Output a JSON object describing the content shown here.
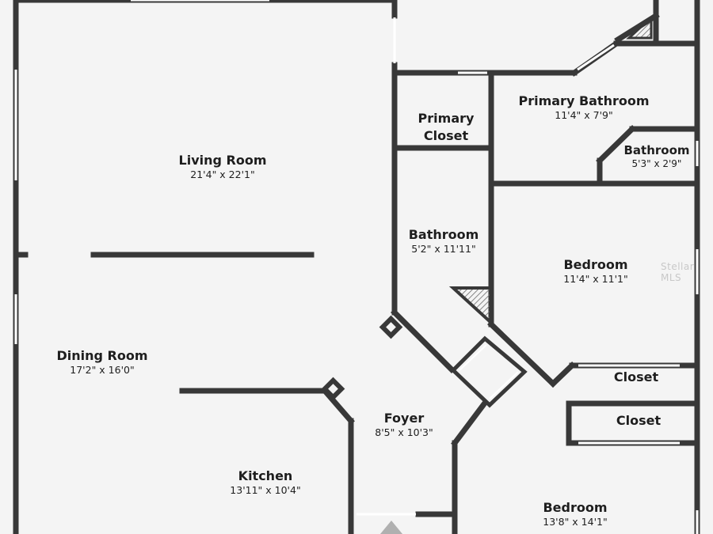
{
  "colors": {
    "wall": "#383838",
    "floor": "#f4f4f4",
    "window": "#ffffff",
    "hatch": "#6a6a6a"
  },
  "rooms": {
    "living": {
      "name": "Living Room",
      "dims": "21'4\" x 22'1\""
    },
    "primary_closet": {
      "name": "Primary\nCloset",
      "dims": ""
    },
    "primary_bath": {
      "name": "Primary Bathroom",
      "dims": "11'4\" x 7'9\""
    },
    "bath_small": {
      "name": "Bathroom",
      "dims": "5'3\" x 2'9\""
    },
    "bath_mid": {
      "name": "Bathroom",
      "dims": "5'2\" x 11'11\""
    },
    "bedroom_top": {
      "name": "Bedroom",
      "dims": "11'4\" x 11'1\""
    },
    "dining": {
      "name": "Dining Room",
      "dims": "17'2\" x 16'0\""
    },
    "closet_1": {
      "name": "Closet",
      "dims": ""
    },
    "closet_2": {
      "name": "Closet",
      "dims": ""
    },
    "foyer": {
      "name": "Foyer",
      "dims": "8'5\" x 10'3\""
    },
    "kitchen": {
      "name": "Kitchen",
      "dims": "13'11\" x 10'4\""
    },
    "bedroom_bottom": {
      "name": "Bedroom",
      "dims": "13'8\" x 14'1\""
    }
  },
  "watermark": "Stellar MLS"
}
